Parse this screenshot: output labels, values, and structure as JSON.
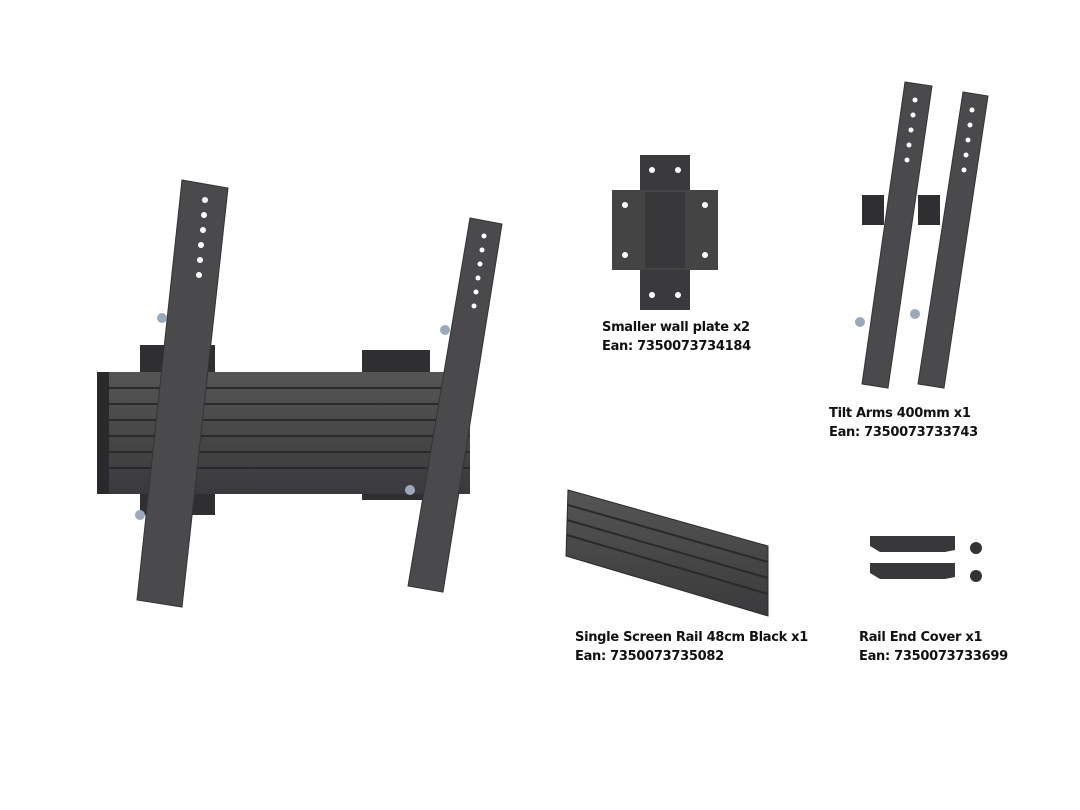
{
  "parts": [
    {
      "name": "Smaller wall plate x2",
      "ean_label": "Ean:",
      "ean": "7350073734184"
    },
    {
      "name": "Tilt Arms 400mm x1",
      "ean_label": "Ean:",
      "ean": "7350073733743"
    },
    {
      "name": "Single Screen Rail 48cm Black x1",
      "ean_label": "Ean:",
      "ean": "7350073735082"
    },
    {
      "name": "Rail End Cover x1",
      "ean_label": "Ean:",
      "ean": "7350073733699"
    }
  ],
  "colors": {
    "metal": "#4a4a4c",
    "metal_dark": "#2e2e30",
    "metal_light": "#6a6a6c",
    "text": "#111111"
  }
}
